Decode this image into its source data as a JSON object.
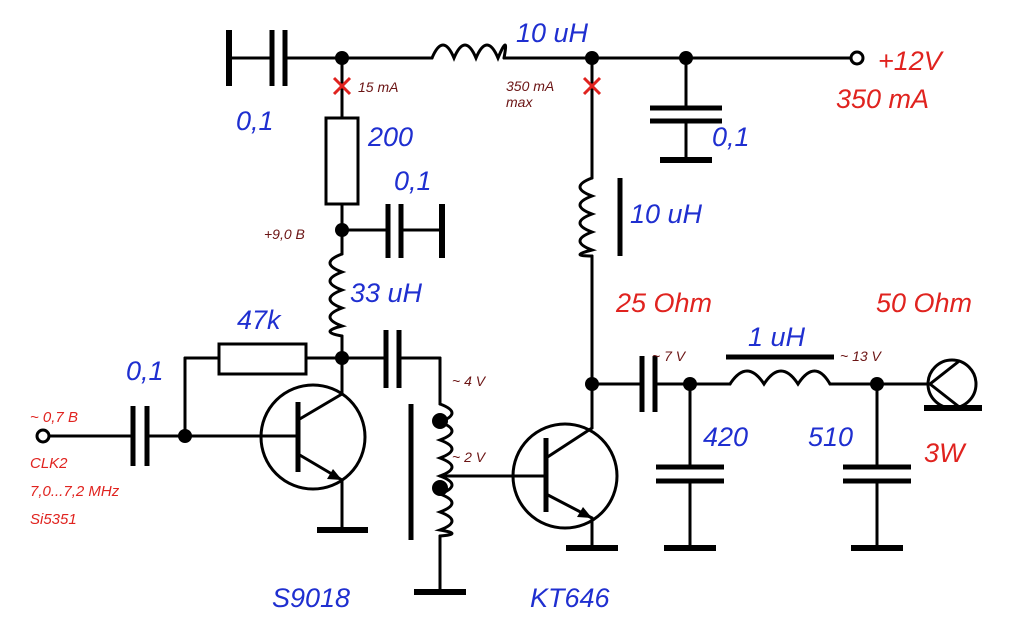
{
  "colors": {
    "wire": "#000000",
    "value_label": "#1f2fd0",
    "spec_label": "#e0231f",
    "voltage_label": "#6b1414",
    "marker": "#e0231f"
  },
  "supply": {
    "voltage": "+12V",
    "current": "350 mA"
  },
  "output": {
    "power": "3W",
    "impedance": "50 Ohm"
  },
  "matching": {
    "impedance": "25  Ohm"
  },
  "input": {
    "voltage": "~ 0,7 B",
    "source_line1": "CLK2",
    "source_line2": "7,0...7,2 MHz",
    "source_line3": "Si5351"
  },
  "components": {
    "c_top_left": "0,1",
    "l_top": "10 uH",
    "c_supply": "0,1",
    "r_200": "200",
    "c_bypass": "0,1",
    "l_33": "33 uH",
    "r_47k": "47k",
    "c_input": "0,1",
    "l_choke": "10 uH",
    "l_out": "1 uH",
    "c_420": "420",
    "c_510": "510",
    "q1": "S9018",
    "q2": "KT646"
  },
  "measurements": {
    "i_15": "15 mA",
    "i_350": "350 mA",
    "i_350_note": "max",
    "v_9": "+9,0 B",
    "v_4": "~ 4 V",
    "v_2": "~ 2 V",
    "v_7": "~ 7 V",
    "v_13": "~ 13 V"
  }
}
